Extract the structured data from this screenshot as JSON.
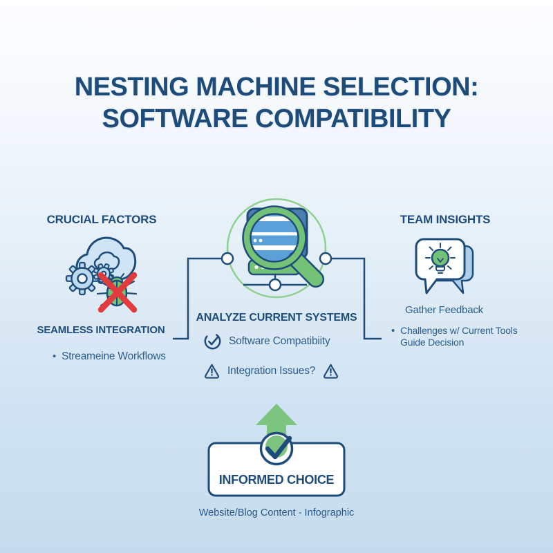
{
  "title": {
    "line1": "NESTING MACHINE SELECTION:",
    "line2": "SOFTWARE COMPATIBILITY"
  },
  "left_section": {
    "header": "CRUCIAL FACTORS",
    "icon": "cloud-gears-bug-with-red-x-icon",
    "subheader": "SEAMLESS INTEGRATION",
    "bullet": "•",
    "item": "Streameine Workflows"
  },
  "center_section": {
    "icon": "magnifier-server-network-icon",
    "header": "ANALYZE CURRENT SYSTEMS",
    "check_icon": "check-circle-icon",
    "check_item": "Software Compatibiity",
    "warning_icon": "warning-triangle-icon",
    "warning_item": "Integration Issues?"
  },
  "right_section": {
    "header": "TEAM INSIGHTS",
    "icon": "speech-bubbles-lightbulb-icon",
    "item1": "Gather Feedback",
    "bullet": "•",
    "item2": "Challenges w/ Current Tools Guide Decision"
  },
  "bottom_section": {
    "arrow_icon": "up-arrow-icon",
    "check_icon": "check-circle-badge-icon",
    "box_label": "INFORMED CHOICE",
    "caption": "Website/Blog Content - Infographic"
  },
  "colors": {
    "navy": "#1e4c7a",
    "body_text": "#2a5d8e",
    "green": "#74c178",
    "light_green": "#8ed08f",
    "lens_blue": "#5ba0d7",
    "icon_fill_blue": "#cfe4f4",
    "red": "#e23b3e",
    "background_bottom": "#c6dcee"
  }
}
